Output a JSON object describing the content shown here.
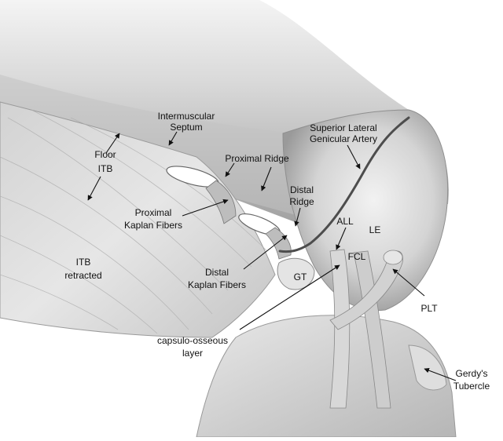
{
  "labels": {
    "intermuscular_septum": [
      "Intermuscular",
      "Septum"
    ],
    "floor_itb": [
      "Floor",
      "ITB"
    ],
    "superior_lateral_genicular_artery": [
      "Superior Lateral",
      "Genicular Artery"
    ],
    "proximal_ridge": [
      "Proximal Ridge"
    ],
    "distal_ridge": [
      "Distal",
      "Ridge"
    ],
    "proximal_kaplan_fibers": [
      "Proximal",
      "Kaplan Fibers"
    ],
    "all": [
      "ALL"
    ],
    "le": [
      "LE"
    ],
    "fcl": [
      "FCL"
    ],
    "itb_retracted": [
      "ITB",
      "retracted"
    ],
    "gt": [
      "GT"
    ],
    "distal_kaplan_fibers": [
      "Distal",
      "Kaplan Fibers"
    ],
    "plt": [
      "PLT"
    ],
    "capsulo_osseous_layer": [
      "capsulo-osseous",
      "layer"
    ],
    "gerdys_tubercle": [
      "Gerdy's",
      "Tubercle"
    ]
  },
  "colors": {
    "background": "#ffffff",
    "bone_light": "#ececec",
    "bone_shadow": "#a9a9a9",
    "tissue_mid": "#cfcfcf",
    "artery": "#555555",
    "ink": "#111111"
  }
}
